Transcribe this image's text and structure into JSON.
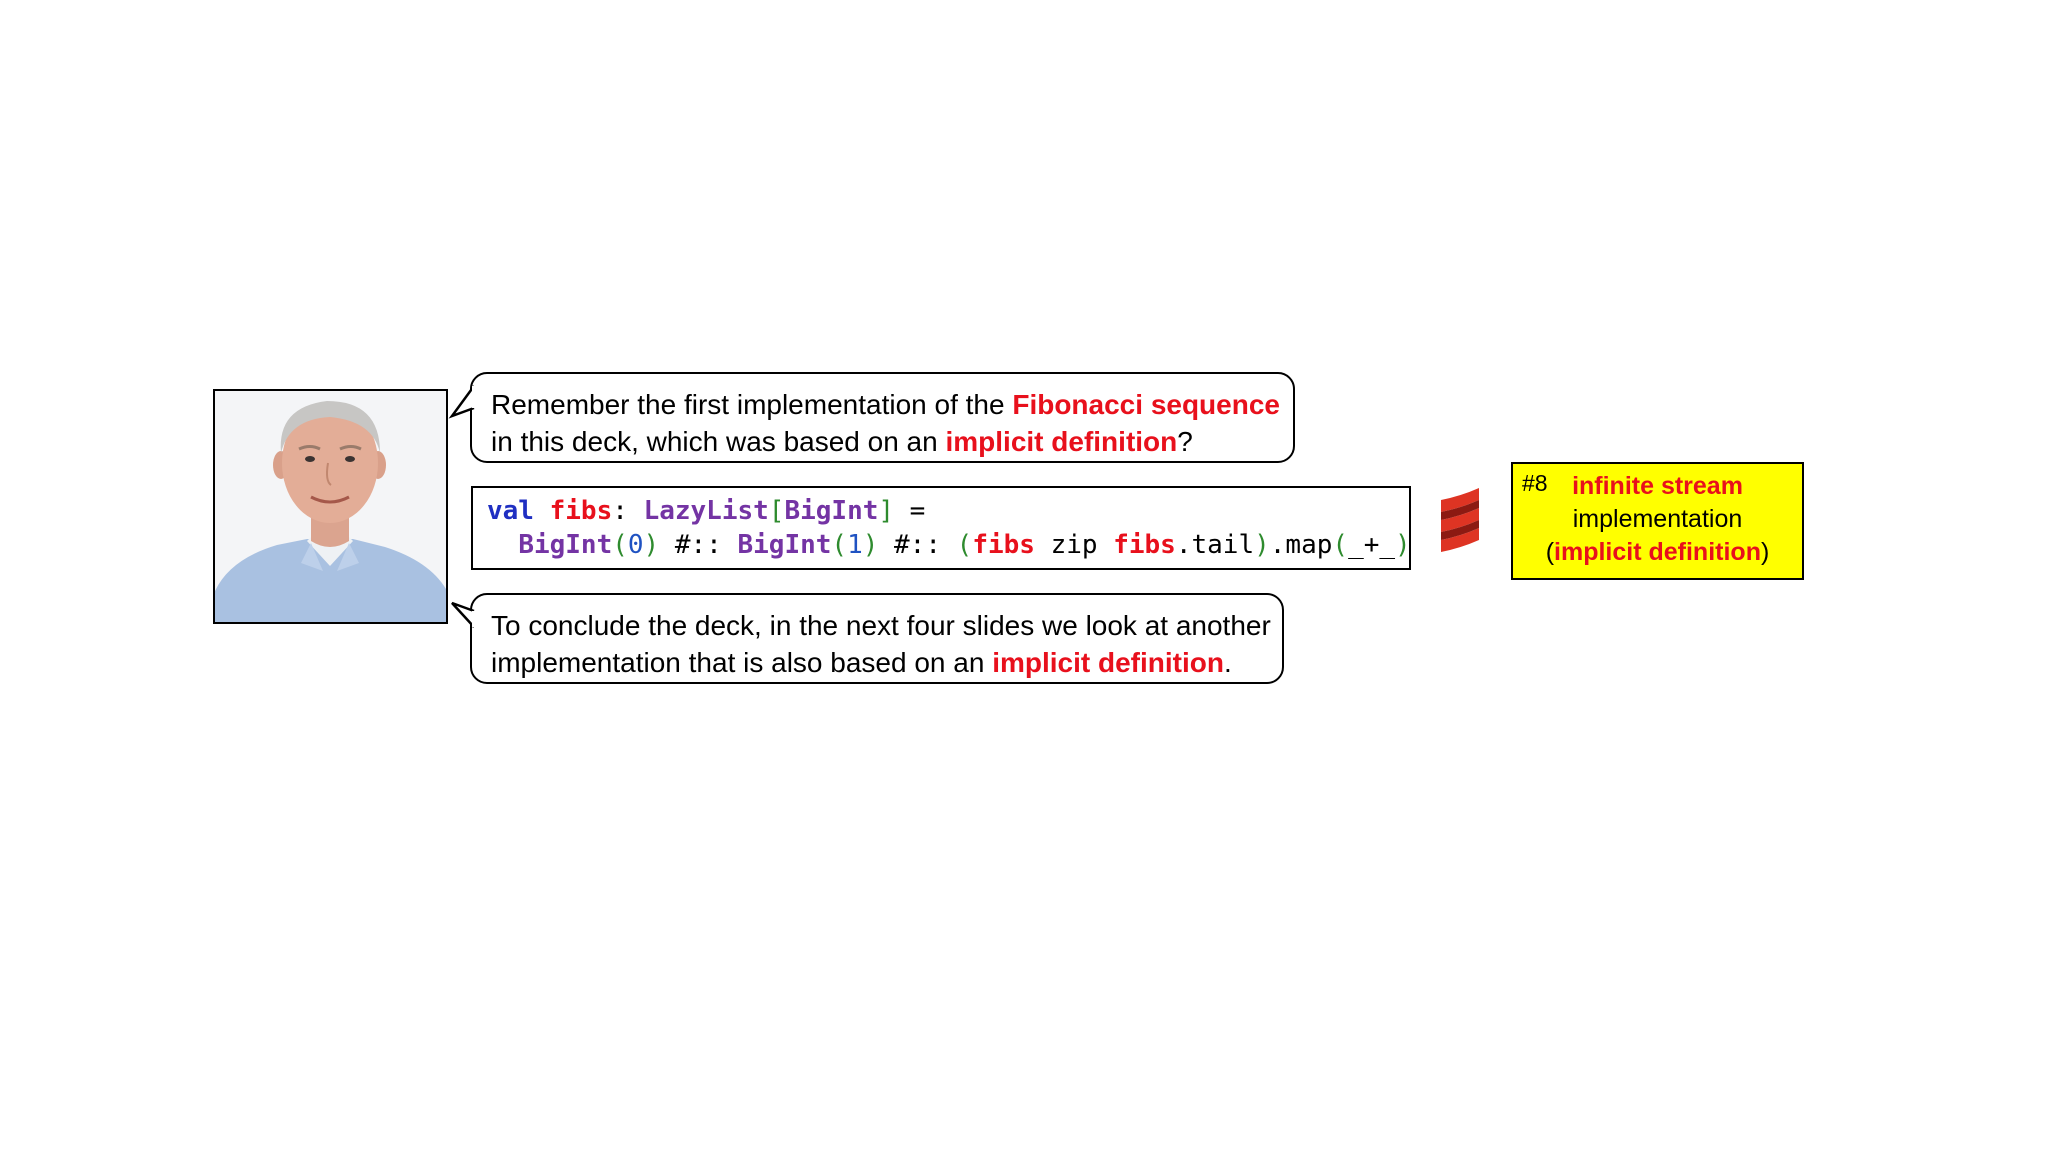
{
  "bubble_top": {
    "part1": "Remember the first implementation of the ",
    "highlight1": "Fibonacci sequence",
    "part2": "in this deck, which was based on an ",
    "highlight2": "implicit definition",
    "part3": "?"
  },
  "code": {
    "line1": {
      "kw_val": "val",
      "fibs": "fibs",
      "colon": ": ",
      "lazylist": "LazyList",
      "open_br": "[",
      "bigint": "BigInt",
      "close_br": "]",
      "eq": " ="
    },
    "line2": {
      "indent": "  ",
      "bigint0": "BigInt",
      "paren_o0": "(",
      "zero": "0",
      "paren_c0": ")",
      "cons1": " #:: ",
      "bigint1": "BigInt",
      "paren_o1": "(",
      "one": "1",
      "paren_c1": ")",
      "cons2": " #:: ",
      "paren_o2": "(",
      "fibs_a": "fibs",
      "zip": " zip ",
      "fibs_b": "fibs",
      "tail": ".tail",
      "paren_c2": ")",
      "map": ".map",
      "paren_o3": "(",
      "lambda": "_+_",
      "paren_c3": ")"
    }
  },
  "bubble_bottom": {
    "line1": "To conclude the deck, in the next four slides we look at another",
    "part1": "implementation that is also based on an ",
    "highlight": "implicit definition",
    "part2": "."
  },
  "info_box": {
    "number": "#8",
    "title": "infinite stream",
    "subtitle": "implementation",
    "paren_open": "(",
    "note": "implicit definition",
    "paren_close": ")"
  },
  "icons": {
    "logo": "scala-logo-icon",
    "photo": "presenter-photo"
  },
  "colors": {
    "highlight_red": "#e8101c",
    "keyword_blue": "#1f2fc2",
    "type_purple": "#7434a4",
    "bracket_green": "#2e8b2e",
    "info_box_yellow": "#ffff00",
    "scala_red": "#de3423"
  }
}
